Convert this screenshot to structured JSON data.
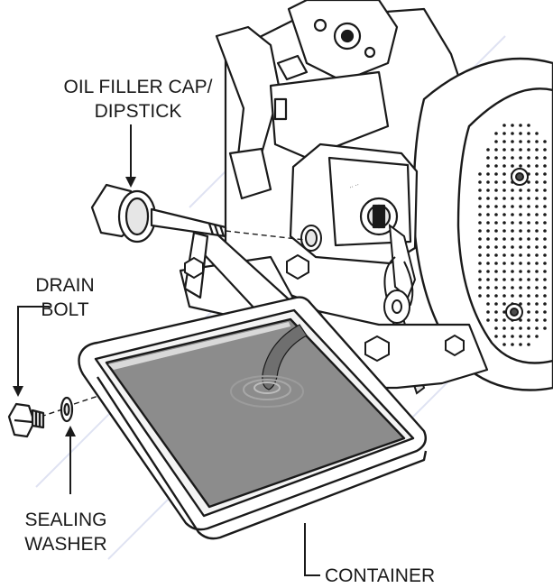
{
  "labels": {
    "oil_filler_cap": [
      "OIL FILLER CAP/",
      "DIPSTICK"
    ],
    "drain_bolt": [
      "DRAIN",
      "BOLT"
    ],
    "sealing_washer": [
      "SEALING",
      "WASHER"
    ],
    "container": [
      "CONTAINER"
    ]
  },
  "colors": {
    "line": "#1a1a1a",
    "oil": "#8c8c8c",
    "tray_inner": "#d9d9d9",
    "metal_dark": "#4d4d4d",
    "watermark": "#c5cbe8"
  }
}
